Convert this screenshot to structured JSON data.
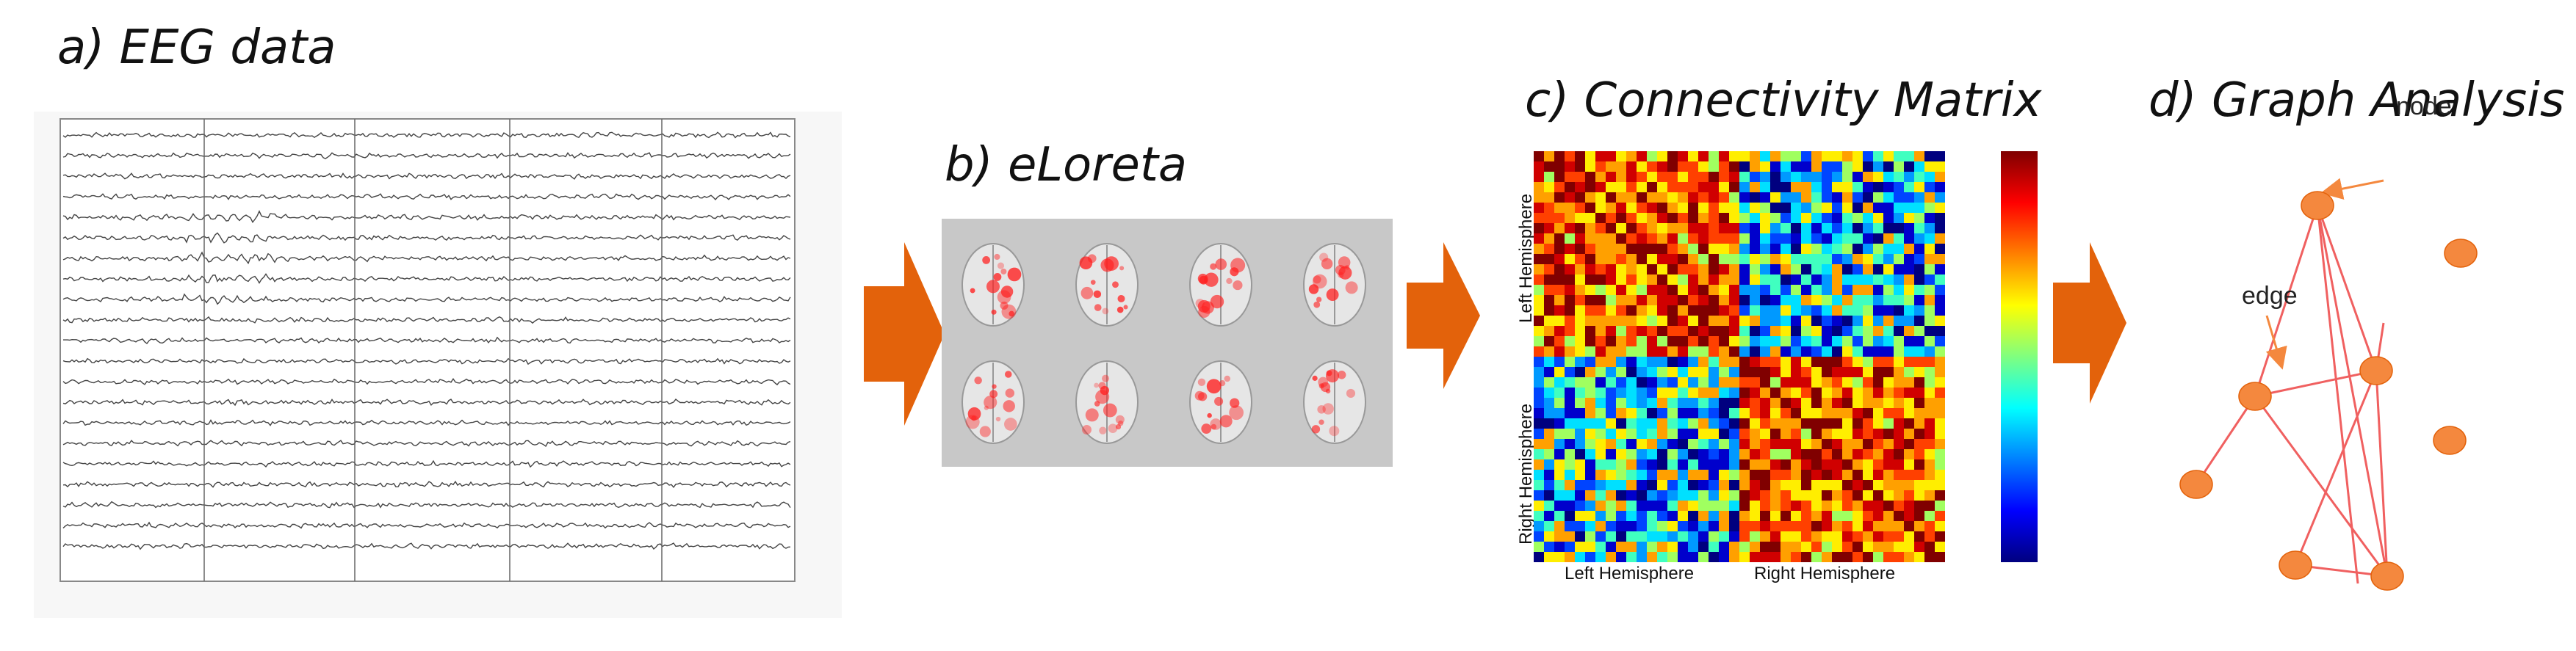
{
  "panels": {
    "a": {
      "title": "a) EEG data"
    },
    "b": {
      "title": "b) eLoreta"
    },
    "c": {
      "title": "c) Connectivity Matrix",
      "y_top_label": "Left Hemisphere",
      "y_bottom_label": "Right Hemisphere",
      "x_left_label": "Left Hemisphere",
      "x_right_label": "Right Hemisphere"
    },
    "d": {
      "title": "d) Graph Analysis",
      "node_label": "node",
      "edge_label": "edge"
    }
  },
  "colors": {
    "arrow": "#E3620B",
    "node_fill": "#F4883E",
    "edge_line": "#F06060",
    "trace": "#444444",
    "brain_panel_bg": "#C8C8C8",
    "brain_activation": "#FF2020"
  }
}
